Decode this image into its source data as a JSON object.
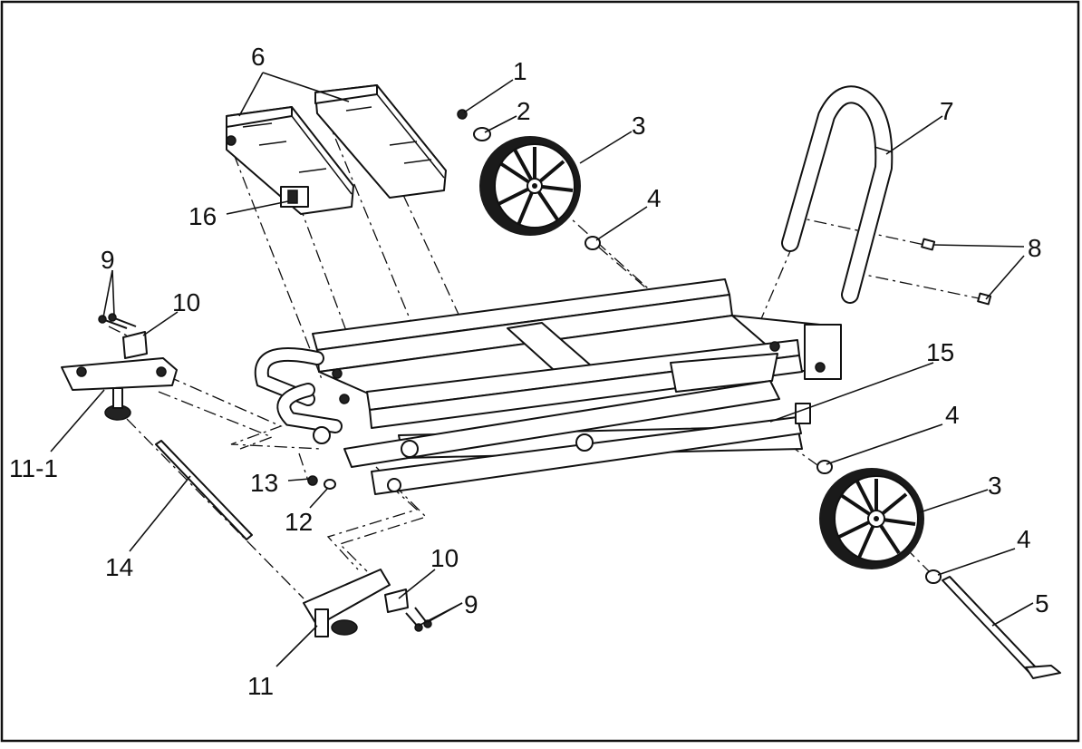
{
  "diagram": {
    "labels": [
      {
        "id": "1",
        "text": "1"
      },
      {
        "id": "2",
        "text": "2"
      },
      {
        "id": "3a",
        "text": "3"
      },
      {
        "id": "4a",
        "text": "4"
      },
      {
        "id": "6",
        "text": "6"
      },
      {
        "id": "7",
        "text": "7"
      },
      {
        "id": "8",
        "text": "8"
      },
      {
        "id": "16",
        "text": "16"
      },
      {
        "id": "9a",
        "text": "9"
      },
      {
        "id": "10a",
        "text": "10"
      },
      {
        "id": "11-1",
        "text": "11-1"
      },
      {
        "id": "15",
        "text": "15"
      },
      {
        "id": "4b",
        "text": "4"
      },
      {
        "id": "3b",
        "text": "3"
      },
      {
        "id": "13",
        "text": "13"
      },
      {
        "id": "12",
        "text": "12"
      },
      {
        "id": "14",
        "text": "14"
      },
      {
        "id": "10b",
        "text": "10"
      },
      {
        "id": "9b",
        "text": "9"
      },
      {
        "id": "4c",
        "text": "4"
      },
      {
        "id": "5",
        "text": "5"
      },
      {
        "id": "11",
        "text": "11"
      }
    ]
  }
}
